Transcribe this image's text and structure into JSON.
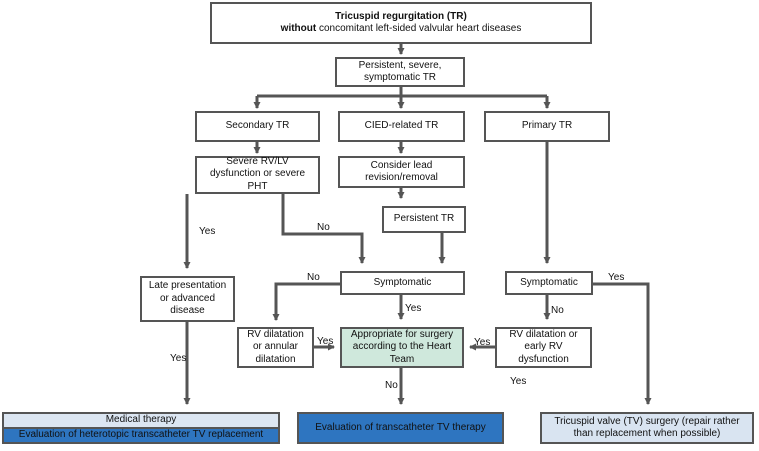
{
  "nodes": {
    "tr_title": {
      "bold": "Tricuspid regurgitation (TR)",
      "bold2": "without",
      "rest": " concomitant left-sided valvular heart diseases"
    },
    "persistent": "Persistent, severe, symptomatic TR",
    "secondary": "Secondary TR",
    "cied": "CIED-related TR",
    "primary": "Primary TR",
    "severe_dys": "Severe RV/LV dysfunction or severe PHT",
    "consider_lead": "Consider lead revision/removal",
    "persistent_tr": "Persistent TR",
    "late": "Late presentation or advanced disease",
    "symptomatic_mid": "Symptomatic",
    "symptomatic_right": "Symptomatic",
    "rv_dil_left": "RV dilatation or annular dilatation",
    "appropriate": "Appropriate for surgery according to the Heart Team",
    "rv_dil_right": "RV dilatation or early RV dysfunction",
    "medical": "Medical therapy",
    "heterotopic": "Evaluation of heterotopic transcatheter TV replacement",
    "eval_trans": "Evaluation of transcatheter TV therapy",
    "tv_surgery": "Tricuspid valve (TV) surgery (repair rather than replacement when possible)"
  },
  "edge_labels": {
    "yes_severe": "Yes",
    "no_severe": "No",
    "no_sympt_mid": "No",
    "yes_sympt_mid": "Yes",
    "yes_late": "Yes",
    "yes_rvleft": "Yes",
    "yes_rvright": "Yes",
    "no_appropriate": "No",
    "yes_sympt_right": "Yes",
    "no_sympt_right": "No",
    "yes_below_rvright": "Yes"
  },
  "colors": {
    "appropriate_fill": "#cfe8dc",
    "medical_fill": "#dce6f2",
    "blue_fill": "#2e75c0",
    "light_blue_fill": "#d9e4f1",
    "line": "#555555"
  }
}
